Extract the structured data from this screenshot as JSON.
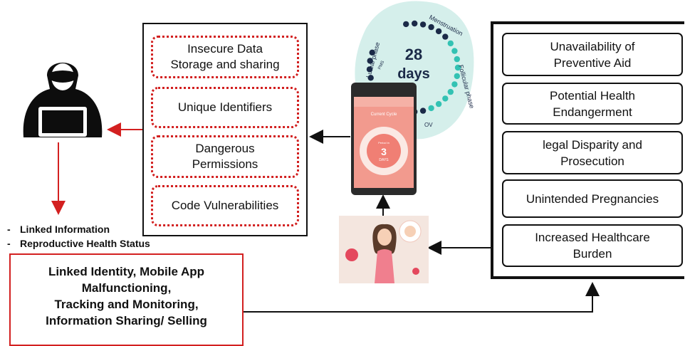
{
  "vulnerabilities": [
    "Insecure Data\nStorage and sharing",
    "Unique Identifiers",
    "Dangerous\nPermissions",
    "Code Vulnerabilities"
  ],
  "consequences": [
    "Unavailability of\nPreventive Aid",
    "Potential Health\nEndangerment",
    "legal Disparity and\nProsecution",
    "Unintended Pregnancies",
    "Increased Healthcare\nBurden"
  ],
  "exposed_info": {
    "dash": "-",
    "items": [
      "Linked Information",
      "Reproductive Health Status"
    ]
  },
  "risks": "Linked Identity, Mobile App\nMalfunctioning,\nTracking and Monitoring,\nInformation Sharing/ Selling",
  "cycle_graphic": {
    "days_number": "28",
    "days_label": "days",
    "phases": [
      "Menstruation",
      "Follicular phase",
      "Luteal phase"
    ],
    "pms": "PMS",
    "ovulation": "OV"
  },
  "phone_screen": {
    "title": "Current Cycle",
    "ring_caption": "Period in",
    "count": "3",
    "unit": "DAYS"
  },
  "colors": {
    "dotted_border": "#d21f1f",
    "arrow_red": "#d32020",
    "phone_screen": "#f29a8e",
    "teal": "#33c2b3",
    "navy": "#1b2a48"
  }
}
